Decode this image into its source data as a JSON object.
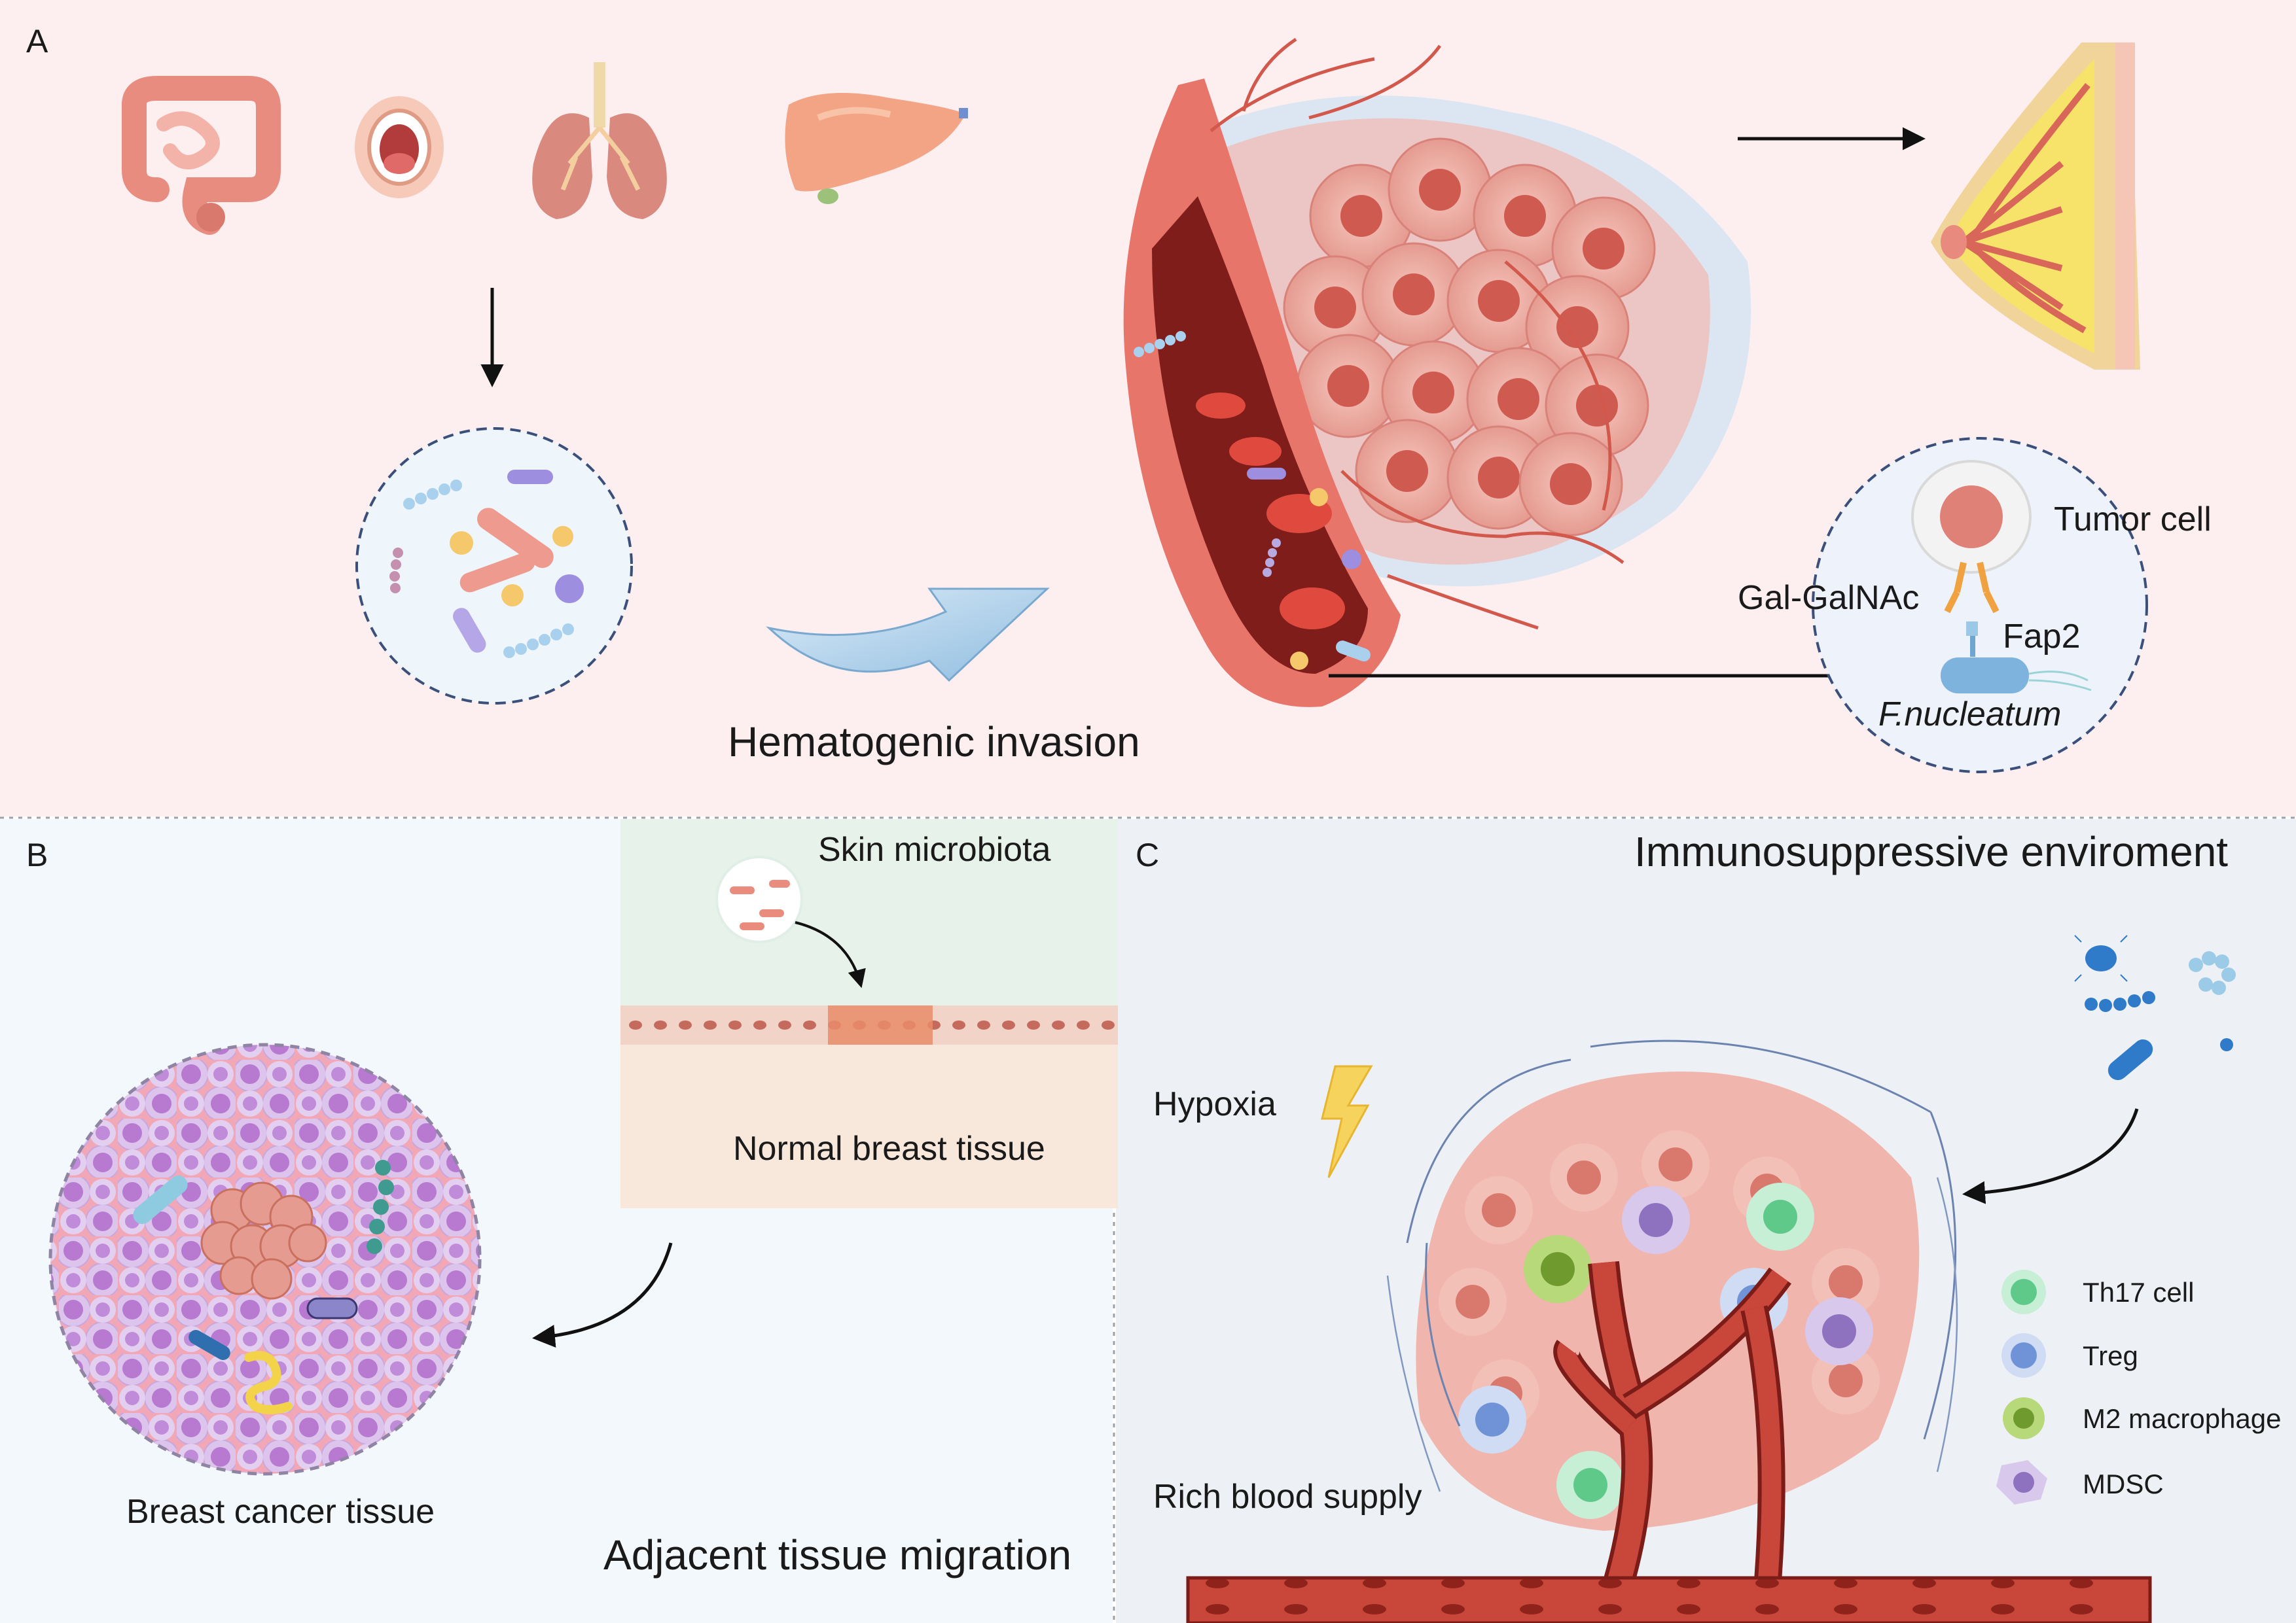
{
  "panels": {
    "a": {
      "letter": "A",
      "route_label": "Hematogenic invasion",
      "inset_labels": {
        "tumor_cell": "Tumor cell",
        "receptor": "Gal-GalNAc",
        "adhesin": "Fap2",
        "bacterium": "F.nucleatum"
      }
    },
    "b": {
      "letter": "B",
      "skin_label": "Skin microbiota",
      "normal_label": "Normal breast tissue",
      "cancer_label": "Breast cancer tissue",
      "route_label": "Adjacent tissue migration"
    },
    "c": {
      "letter": "C",
      "title": "Immunosuppressive enviroment",
      "hypoxia": "Hypoxia",
      "blood": "Rich blood supply",
      "legend": [
        {
          "name": "th17",
          "label": "Th17 cell",
          "color": "#5fc98a"
        },
        {
          "name": "treg",
          "label": "Treg",
          "color": "#6f93d6"
        },
        {
          "name": "m2",
          "label": "M2 macrophage",
          "color": "#8dbb3f"
        },
        {
          "name": "mdsc",
          "label": "MDSC",
          "color": "#b39ad6"
        }
      ]
    }
  },
  "colors": {
    "panel_a_bg": "#fdeef0",
    "panel_b_bg": "#f2f8fb",
    "panel_c_bg": "#edf1f5",
    "vessel": "#c8463a",
    "tumor": "#e79a90",
    "cancer_cell": "#b77ad0",
    "arrow_fill": "#a9cde8"
  }
}
